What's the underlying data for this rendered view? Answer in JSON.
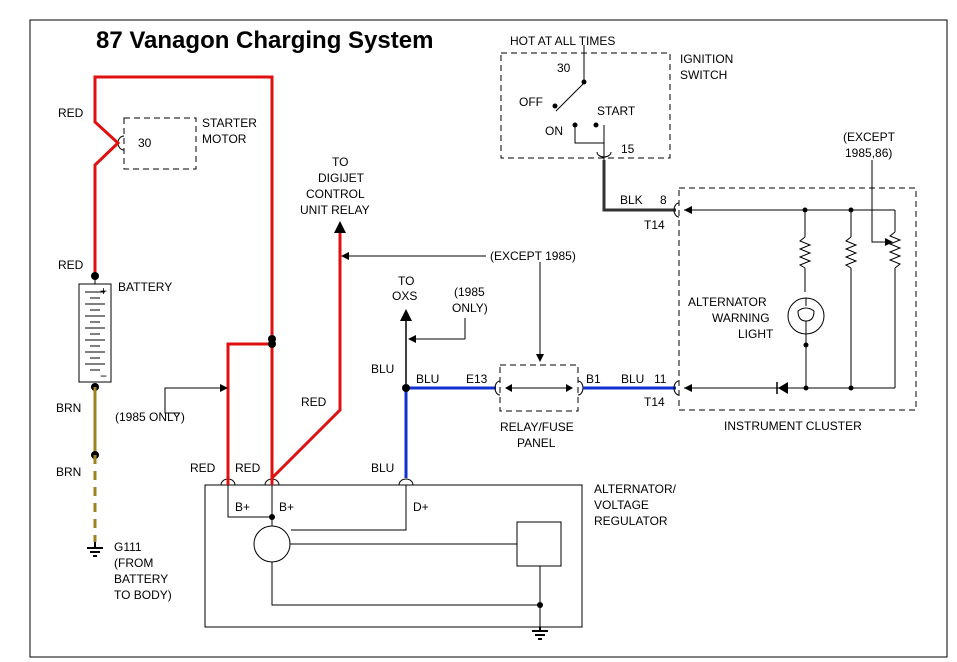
{
  "title": "87 Vanagon Charging System",
  "colors": {
    "red": "#e01010",
    "blue": "#1030d0",
    "brown": "#a08020",
    "black": "#000000",
    "dark_gray": "#333333"
  },
  "labels": {
    "red": "RED",
    "blu": "BLU",
    "brn": "BRN",
    "blk": "BLK",
    "starter_motor_line1": "STARTER",
    "starter_motor_line2": "MOTOR",
    "starter_terminal": "30",
    "battery": "BATTERY",
    "battery_plus": "+",
    "battery_minus": "−",
    "ground_line1": "G111",
    "ground_line2": "(FROM",
    "ground_line3": "BATTERY",
    "ground_line4": "TO BODY)",
    "only_1985": "(1985 ONLY)",
    "digijet_line1": "TO",
    "digijet_line2": "DIGIJET",
    "digijet_line3": "CONTROL",
    "digijet_line4": "UNIT RELAY",
    "except_1985": "(EXCEPT 1985)",
    "to_oxs_line1": "TO",
    "to_oxs_line2": "OXS",
    "only_1985_b_line1": "(1985",
    "only_1985_b_line2": "ONLY)",
    "hot_at_all_times": "HOT AT ALL TIMES",
    "ignition_line1": "IGNITION",
    "ignition_line2": "SWITCH",
    "ign_30": "30",
    "ign_off": "OFF",
    "ign_start": "START",
    "ign_on": "ON",
    "ign_15": "15",
    "blk_8": "8",
    "t14": "T14",
    "except_8586_line1": "(EXCEPT",
    "except_8586_line2": "1985,86)",
    "awl_line1": "ALTERNATOR",
    "awl_line2": "WARNING",
    "awl_line3": "LIGHT",
    "e13": "E13",
    "b1": "B1",
    "blu_11": "11",
    "relay_fuse_line1": "RELAY/FUSE",
    "relay_fuse_line2": "PANEL",
    "instrument_cluster": "INSTRUMENT CLUSTER",
    "alt_line1": "ALTERNATOR/",
    "alt_line2": "VOLTAGE",
    "alt_line3": "REGULATOR",
    "b_plus": "B+",
    "d_plus": "D+"
  }
}
